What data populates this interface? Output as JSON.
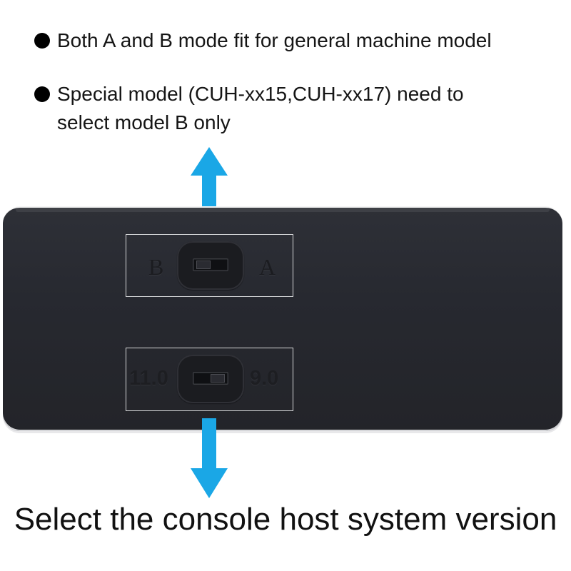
{
  "notes": [
    {
      "text": "Both A and B mode fit for general machine model"
    },
    {
      "line1": "Special  model (CUH-xx15,CUH-xx17) need to",
      "line2": "select model B only"
    }
  ],
  "mode_switch": {
    "left_label": "B",
    "right_label": "A"
  },
  "version_switch": {
    "left_label": "11.0",
    "right_label": "9.0"
  },
  "caption": "Select the console host system version",
  "colors": {
    "arrow": "#1aa7e6",
    "device_body": "#27292f",
    "box_outline": "#d7d8da"
  },
  "icons": {
    "bullet": "bullet-dot-icon",
    "up_arrow": "arrow-up-icon",
    "down_arrow": "arrow-down-icon"
  }
}
